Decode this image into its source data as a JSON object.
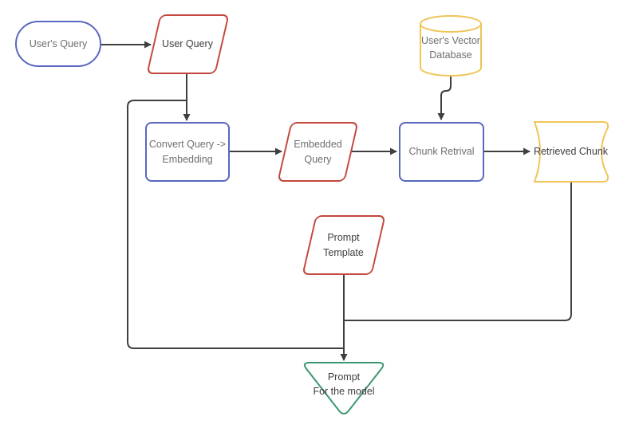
{
  "diagram": {
    "background": "#FFFFFF",
    "line_color": "#3F3F3F",
    "colors": {
      "blue": "#5968BE",
      "red": "#C3473C",
      "yellow": "#EFC558",
      "green": "#3B986E"
    },
    "nodes": {
      "users_query": {
        "label": "User's Query",
        "shape": "stadium",
        "border": "#5968BE",
        "text_color": "#6E6E6E"
      },
      "user_query": {
        "label": "User Query",
        "shape": "parallelogram",
        "border": "#C3473C",
        "text_color": "#3D3D3D"
      },
      "vector_db": {
        "label": "User's Vector\nDatabase",
        "shape": "cylinder",
        "border": "#EFC558",
        "text_color": "#6E6E6E"
      },
      "convert": {
        "label": "Convert Query ->\nEmbedding",
        "shape": "rectangle",
        "border": "#5968BE",
        "text_color": "#6E6E6E"
      },
      "embedded_query": {
        "label": "Embedded\nQuery",
        "shape": "parallelogram",
        "border": "#C3473C",
        "text_color": "#6E6E6E"
      },
      "chunk_retrieval": {
        "label": "Chunk Retrival",
        "shape": "rectangle",
        "border": "#5968BE",
        "text_color": "#6E6E6E"
      },
      "retrieved_chunk": {
        "label": "Retrieved Chunk",
        "shape": "stored-data",
        "border": "#EFC558",
        "text_color": "#3D3D3D"
      },
      "prompt_template": {
        "label": "Prompt\nTemplate",
        "shape": "parallelogram",
        "border": "#C3473C",
        "text_color": "#3D3D3D"
      },
      "prompt_model": {
        "label": "Prompt\nFor the model",
        "shape": "inverted-triangle",
        "border": "#3B986E",
        "text_color": "#3D3D3D"
      }
    },
    "edges": [
      {
        "from": "users_query",
        "to": "user_query"
      },
      {
        "from": "user_query",
        "to": "convert"
      },
      {
        "from": "user_query",
        "to": "prompt_model"
      },
      {
        "from": "convert",
        "to": "embedded_query"
      },
      {
        "from": "embedded_query",
        "to": "chunk_retrieval"
      },
      {
        "from": "vector_db",
        "to": "chunk_retrieval"
      },
      {
        "from": "chunk_retrieval",
        "to": "retrieved_chunk"
      },
      {
        "from": "retrieved_chunk",
        "to": "prompt_model"
      },
      {
        "from": "prompt_template",
        "to": "prompt_model"
      }
    ]
  }
}
